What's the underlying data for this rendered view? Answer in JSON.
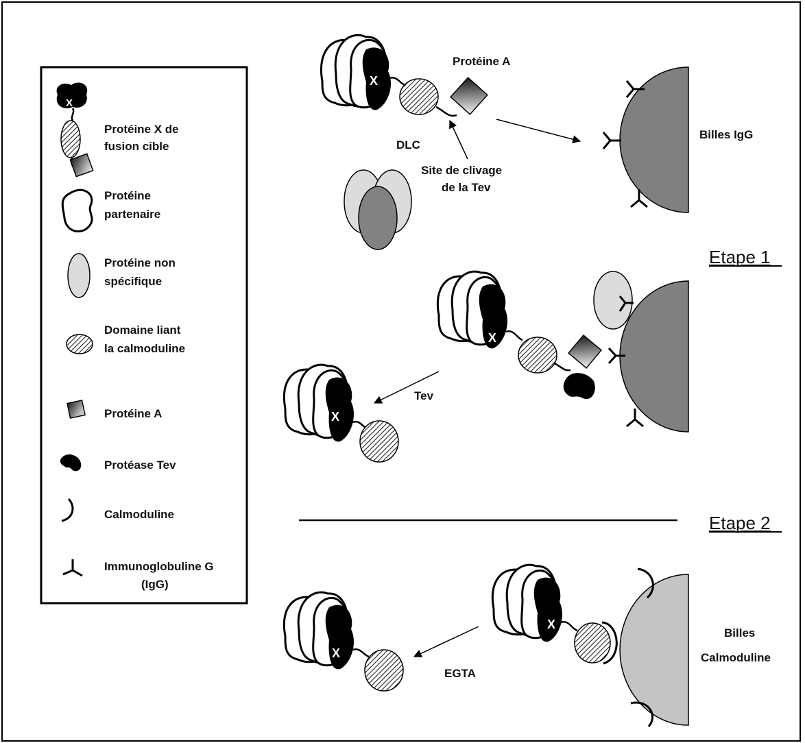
{
  "legend": {
    "fusion_line1": "Protéine X de",
    "fusion_line2": "fusion cible",
    "partner_line1": "Protéine",
    "partner_line2": "partenaire",
    "nonspecific_line1": "Protéine non",
    "nonspecific_line2": "spécifique",
    "cbd_line1": "Domaine liant",
    "cbd_line2": "la calmoduline",
    "protein_a": "Protéine A",
    "tev_protease": "Protéase Tev",
    "calmodulin": "Calmoduline",
    "igg_line1": "Immunoglobuline G",
    "igg_line2": "(IgG)",
    "x_mark": "X"
  },
  "diagram": {
    "protein_a_label": "Protéine A",
    "dlc_label": "DLC",
    "site_line1": "Site de clivage",
    "site_line2": "de la Tev",
    "igg_beads_label": "Billes IgG",
    "tev_label": "Tev",
    "egta_label": "EGTA",
    "cam_beads_line1": "Billes",
    "cam_beads_line2": "Calmoduline",
    "x_mark": "X"
  },
  "steps": {
    "step1": "Etape 1",
    "step2": "Etape 2"
  }
}
